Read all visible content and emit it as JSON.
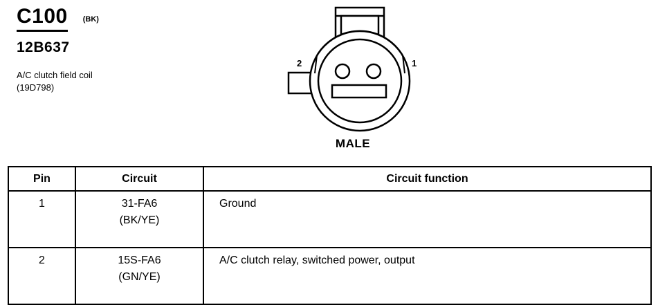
{
  "connector": {
    "id": "C100",
    "color_code": "(BK)",
    "part_number": "12B637",
    "description_lines": [
      "A/C clutch field coil",
      "(19D798)"
    ],
    "gender": "MALE",
    "pin_labels": {
      "left": "2",
      "right": "1"
    }
  },
  "table": {
    "headers": {
      "pin": "Pin",
      "circuit": "Circuit",
      "function": "Circuit function"
    },
    "rows": [
      {
        "pin": "1",
        "circuit": "31-FA6",
        "wire_color": "(BK/YE)",
        "function": "Ground"
      },
      {
        "pin": "2",
        "circuit": "15S-FA6",
        "wire_color": "(GN/YE)",
        "function": "A/C clutch relay, switched power, output"
      }
    ]
  }
}
